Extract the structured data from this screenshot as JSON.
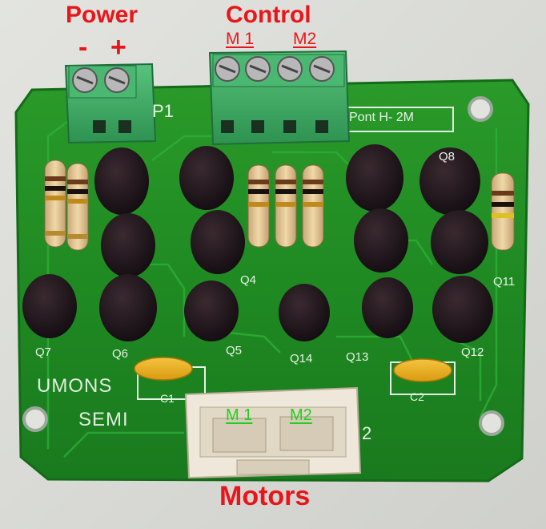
{
  "photo": {
    "labels": {
      "power": "Power",
      "power_minus": "-",
      "power_plus": "+",
      "control": "Control",
      "control_m1": "M 1",
      "control_m2": "M2",
      "motors": "Motors",
      "motors_m1": "M 1",
      "motors_m2": "M2"
    },
    "board_silkscreen": {
      "brand_line1": "UMONS",
      "brand_line2": "SEMI",
      "board_name": "Pont H- 2M",
      "header_p1": "P1",
      "cap_c1": "C1",
      "cap_c2": "C2",
      "connector_2": "2",
      "transistor_labels": [
        "Q7",
        "Q6",
        "Q5",
        "Q4",
        "Q14",
        "Q13",
        "Q12",
        "Q11",
        "Q8"
      ]
    },
    "colors": {
      "label_red": "#e8161b",
      "label_green": "#20d020",
      "pcb_green": "#1f8a1f",
      "terminal_green": "#3fae63",
      "connector_white": "#eee6d8"
    }
  }
}
